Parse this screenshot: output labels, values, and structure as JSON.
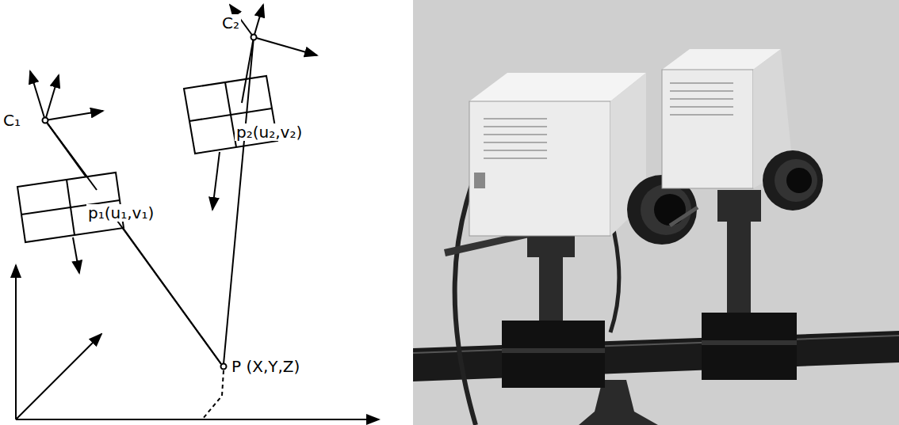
{
  "diagram": {
    "labels": [
      "C₁",
      "C₂",
      "p₁(u₁,v₁)",
      "p₂(u₂,v₂)",
      "P (X,Y,Z)"
    ]
  }
}
